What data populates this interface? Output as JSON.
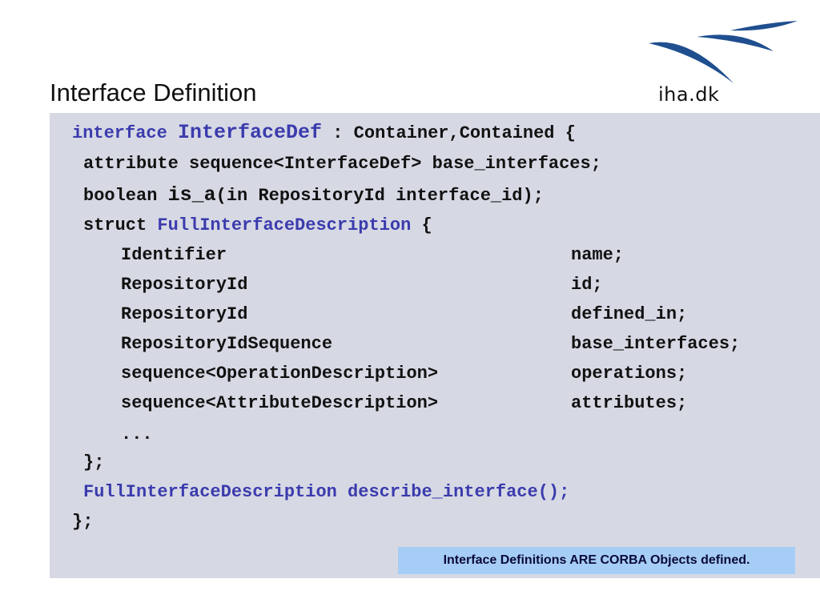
{
  "logo": {
    "text": "iha.dk"
  },
  "title": "Interface Definition",
  "code": {
    "l1": {
      "kw1": "interface",
      "name": "InterfaceDef",
      "rest": " : Container,Contained {"
    },
    "l2": "attribute sequence<InterfaceDef> base_interfaces;",
    "l3": {
      "pre": "boolean ",
      "fn": "is_a",
      "rest": "(in RepositoryId interface_id);"
    },
    "l4": {
      "pre": "struct ",
      "name": "FullInterfaceDescription",
      "rest": " {"
    },
    "members": [
      {
        "type": "Identifier",
        "name": "name;"
      },
      {
        "type": "RepositoryId",
        "name": "id;"
      },
      {
        "type": "RepositoryId",
        "name": "defined_in;"
      },
      {
        "type": "RepositoryIdSequence",
        "name": "base_interfaces;"
      },
      {
        "type": "sequence<OperationDescription>",
        "name": "operations;"
      },
      {
        "type": "sequence<AttributeDescription>",
        "name": "attributes;"
      }
    ],
    "ellipsis": "...",
    "close_struct": "};",
    "describe": {
      "type": "FullInterfaceDescription",
      "fn": " describe_interface();"
    },
    "close_iface": "};"
  },
  "note": "Interface Definitions ARE CORBA Objects defined.",
  "colors": {
    "keyword": "#3b3bad",
    "panel": "#d6d9e4",
    "note_bg": "#a6cdf5",
    "logo": "#1f4f8f"
  }
}
